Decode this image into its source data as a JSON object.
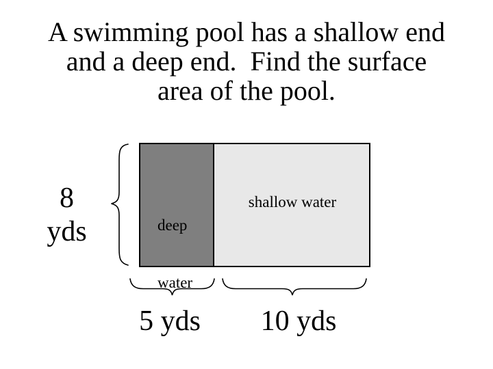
{
  "title": {
    "lines": [
      "A swimming pool has a shallow end",
      "and a deep end.  Find the surface",
      "area of the pool."
    ]
  },
  "diagram": {
    "deep_label_lines": [
      "deep",
      "water"
    ],
    "shallow_label": "shallow water",
    "height_label_lines": [
      "8",
      "yds"
    ],
    "deep_width_label": "5 yds",
    "shallow_width_label": "10 yds"
  },
  "colors": {
    "background": "#ffffff",
    "text": "#000000",
    "deep_fill": "#7f7f7f",
    "shallow_fill": "#e8e8e8",
    "outline": "#000000",
    "brace_stroke": "#000000"
  }
}
